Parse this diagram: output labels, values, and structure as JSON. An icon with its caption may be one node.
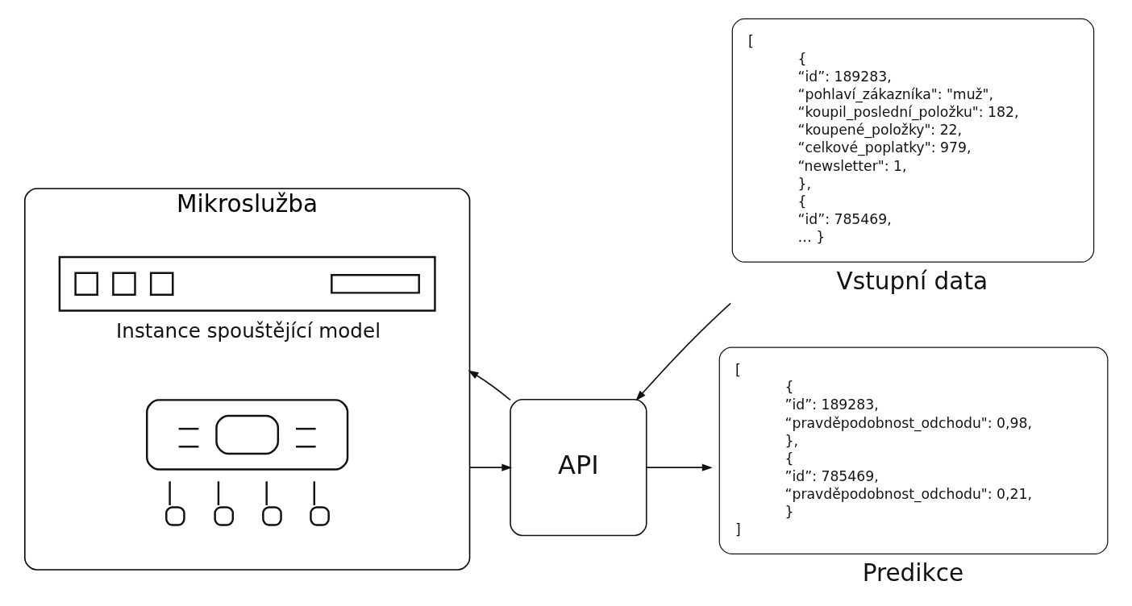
{
  "diagram": {
    "nodes": [
      {
        "text": [
          "Mikroslužba"
        ]
      },
      {
        "text": [],
        "shape": "picture",
        "beside": [
          "Instance spouštějící model"
        ],
        "in": 0
      },
      {
        "text": [],
        "shape": "picture",
        "in": 0
      },
      {
        "text": [
          "API"
        ]
      },
      {
        "text": [
          "[ { “id”: 189283, “pohlaví_zákazníka\": \"muž\", “koupil_poslední_položku\": 182, “koupené_položky\": 22, “celkové_poplatky\": 979, “newsletter\": 1, }, { “id”: 785469, … }",
          "Vstupní data"
        ]
      },
      {
        "text": [
          "[ { ”id”: 189283, “pravděpodobnost_odchodu\": 0,98, }, { ”id”: 785469, “pravděpodobnost_odchodu\": 0,21, } ]",
          "Predikce"
        ]
      }
    ],
    "edges": [
      {
        "from": 3,
        "to": 0,
        "arrow": "to"
      },
      {
        "from": 0,
        "to": 3,
        "arrow": "to"
      },
      {
        "from": 4,
        "to": 3,
        "arrow": "to"
      },
      {
        "from": 3,
        "to": 5,
        "arrow": "to"
      }
    ]
  }
}
